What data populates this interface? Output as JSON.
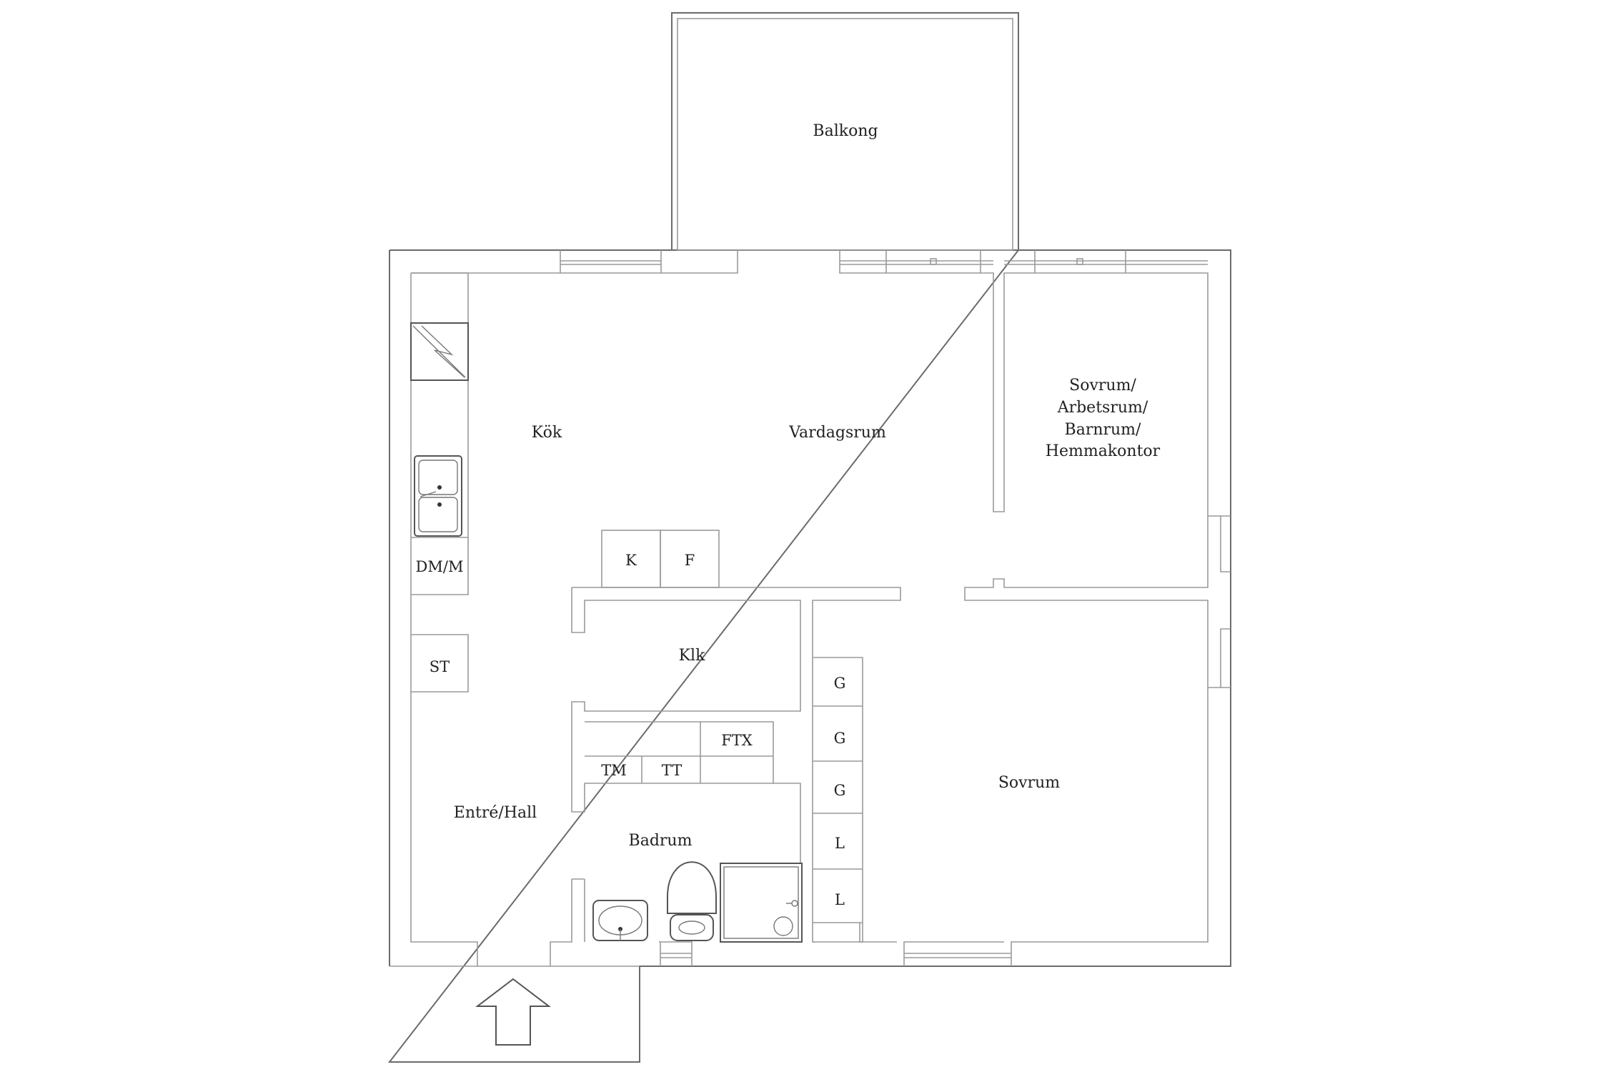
{
  "rooms": {
    "balkong": "Balkong",
    "kok": "Kök",
    "vardagsrum": "Vardagsrum",
    "sovrum_multi": [
      "Sovrum/",
      "Arbetsrum/",
      "Barnrum/",
      "Hemmakontor"
    ],
    "klk": "Klk",
    "entre": "Entré/Hall",
    "badrum": "Badrum",
    "sovrum": "Sovrum"
  },
  "fixtures": {
    "dm_m": "DM/M",
    "st": "ST",
    "k": "K",
    "f": "F",
    "ftx": "FTX",
    "tm": "TM",
    "tt": "TT",
    "wardrobes": [
      "G",
      "G",
      "G",
      "L",
      "L"
    ]
  },
  "icons": {
    "entrance": "arrow-up-icon",
    "stove": "stove-icon",
    "sink": "double-sink-icon",
    "washbasin": "washbasin-icon",
    "toilet": "toilet-icon",
    "shower": "shower-icon"
  }
}
